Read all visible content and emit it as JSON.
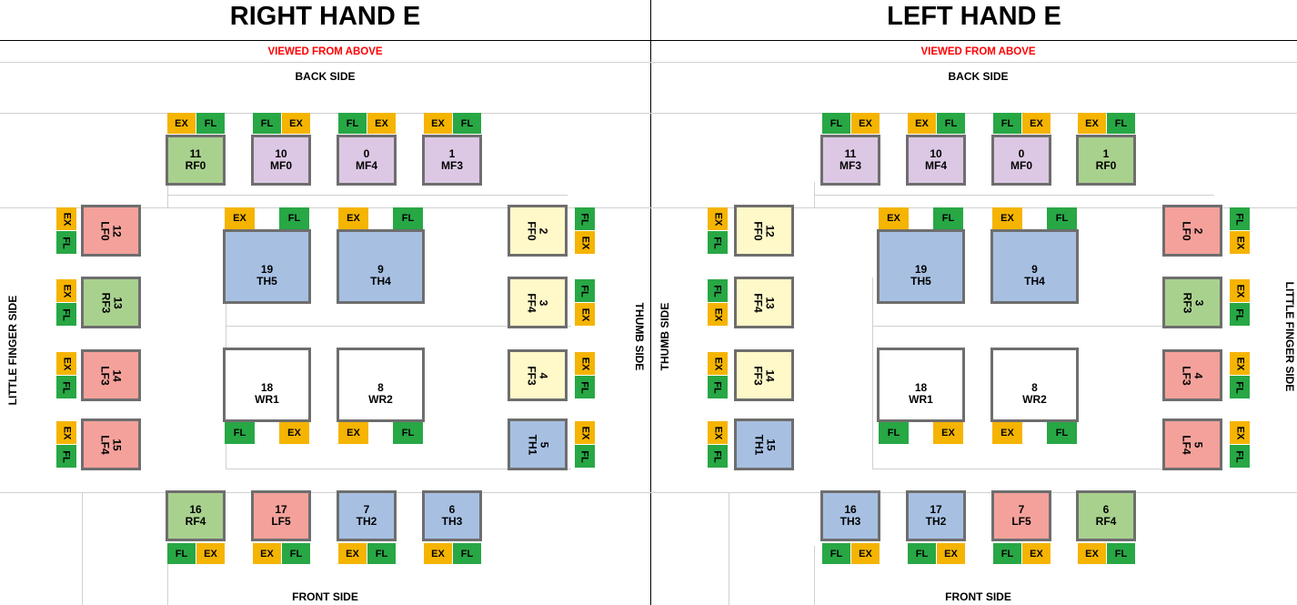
{
  "colors": {
    "green": "#a9d18e",
    "purple": "#dcc8e4",
    "red": "#f4a19b",
    "yellow": "#fff8c8",
    "blue": "#a7c0e2",
    "white": "#ffffff",
    "ex_tab": "#f5b400",
    "fl_tab": "#28a745",
    "viewed_text": "#ff0000"
  },
  "right": {
    "title": "RIGHT HAND E",
    "viewed": "VIEWED FROM ABOVE",
    "back": "BACK SIDE",
    "front": "FRONT SIDE",
    "left_side": "LITTLE FINGER SIDE",
    "right_side": "THUMB SIDE",
    "top_row": [
      {
        "num": "11",
        "name": "RF0",
        "color": "green",
        "tabs": [
          "EX",
          "FL"
        ]
      },
      {
        "num": "10",
        "name": "MF0",
        "color": "purple",
        "tabs": [
          "FL",
          "EX"
        ]
      },
      {
        "num": "0",
        "name": "MF4",
        "color": "purple",
        "tabs": [
          "FL",
          "EX"
        ]
      },
      {
        "num": "1",
        "name": "MF3",
        "color": "purple",
        "tabs": [
          "EX",
          "FL"
        ]
      }
    ],
    "left_col": [
      {
        "num": "12",
        "name": "LF0",
        "color": "red",
        "tabs": [
          "EX",
          "FL"
        ]
      },
      {
        "num": "13",
        "name": "RF3",
        "color": "green",
        "tabs": [
          "EX",
          "FL"
        ]
      },
      {
        "num": "14",
        "name": "LF3",
        "color": "red",
        "tabs": [
          "EX",
          "FL"
        ]
      },
      {
        "num": "15",
        "name": "LF4",
        "color": "red",
        "tabs": [
          "EX",
          "FL"
        ]
      }
    ],
    "right_col": [
      {
        "num": "2",
        "name": "FF0",
        "color": "yellow",
        "tabs": [
          "FL",
          "EX"
        ]
      },
      {
        "num": "3",
        "name": "FF4",
        "color": "yellow",
        "tabs": [
          "FL",
          "EX"
        ]
      },
      {
        "num": "4",
        "name": "FF3",
        "color": "yellow",
        "tabs": [
          "EX",
          "FL"
        ]
      },
      {
        "num": "5",
        "name": "TH1",
        "color": "blue",
        "tabs": [
          "EX",
          "FL"
        ]
      }
    ],
    "center_top": [
      {
        "num": "19",
        "name": "TH5",
        "color": "blue",
        "tabs": [
          "EX",
          "FL"
        ]
      },
      {
        "num": "9",
        "name": "TH4",
        "color": "blue",
        "tabs": [
          "EX",
          "FL"
        ]
      }
    ],
    "center_bottom": [
      {
        "num": "18",
        "name": "WR1",
        "color": "white",
        "tabs": [
          "FL",
          "EX"
        ]
      },
      {
        "num": "8",
        "name": "WR2",
        "color": "white",
        "tabs": [
          "EX",
          "FL"
        ]
      }
    ],
    "bottom_row": [
      {
        "num": "16",
        "name": "RF4",
        "color": "green",
        "tabs": [
          "FL",
          "EX"
        ]
      },
      {
        "num": "17",
        "name": "LF5",
        "color": "red",
        "tabs": [
          "EX",
          "FL"
        ]
      },
      {
        "num": "7",
        "name": "TH2",
        "color": "blue",
        "tabs": [
          "EX",
          "FL"
        ]
      },
      {
        "num": "6",
        "name": "TH3",
        "color": "blue",
        "tabs": [
          "EX",
          "FL"
        ]
      }
    ]
  },
  "left": {
    "title": "LEFT HAND E",
    "viewed": "VIEWED FROM ABOVE",
    "back": "BACK SIDE",
    "front": "FRONT SIDE",
    "left_side": "THUMB SIDE",
    "right_side": "LITTLE FINGER SIDE",
    "top_row": [
      {
        "num": "11",
        "name": "MF3",
        "color": "purple",
        "tabs": [
          "FL",
          "EX"
        ]
      },
      {
        "num": "10",
        "name": "MF4",
        "color": "purple",
        "tabs": [
          "EX",
          "FL"
        ]
      },
      {
        "num": "0",
        "name": "MF0",
        "color": "purple",
        "tabs": [
          "FL",
          "EX"
        ]
      },
      {
        "num": "1",
        "name": "RF0",
        "color": "green",
        "tabs": [
          "EX",
          "FL"
        ]
      }
    ],
    "left_col": [
      {
        "num": "12",
        "name": "FF0",
        "color": "yellow",
        "tabs": [
          "EX",
          "FL"
        ]
      },
      {
        "num": "13",
        "name": "FF4",
        "color": "yellow",
        "tabs": [
          "FL",
          "EX"
        ]
      },
      {
        "num": "14",
        "name": "FF3",
        "color": "yellow",
        "tabs": [
          "EX",
          "FL"
        ]
      },
      {
        "num": "15",
        "name": "TH1",
        "color": "blue",
        "tabs": [
          "EX",
          "FL"
        ]
      }
    ],
    "right_col": [
      {
        "num": "2",
        "name": "LF0",
        "color": "red",
        "tabs": [
          "FL",
          "EX"
        ]
      },
      {
        "num": "3",
        "name": "RF3",
        "color": "green",
        "tabs": [
          "EX",
          "FL"
        ]
      },
      {
        "num": "4",
        "name": "LF3",
        "color": "red",
        "tabs": [
          "EX",
          "FL"
        ]
      },
      {
        "num": "5",
        "name": "LF4",
        "color": "red",
        "tabs": [
          "EX",
          "FL"
        ]
      }
    ],
    "center_top": [
      {
        "num": "19",
        "name": "TH5",
        "color": "blue",
        "tabs": [
          "EX",
          "FL"
        ]
      },
      {
        "num": "9",
        "name": "TH4",
        "color": "blue",
        "tabs": [
          "EX",
          "FL"
        ]
      }
    ],
    "center_bottom": [
      {
        "num": "18",
        "name": "WR1",
        "color": "white",
        "tabs": [
          "FL",
          "EX"
        ]
      },
      {
        "num": "8",
        "name": "WR2",
        "color": "white",
        "tabs": [
          "EX",
          "FL"
        ]
      }
    ],
    "bottom_row": [
      {
        "num": "16",
        "name": "TH3",
        "color": "blue",
        "tabs": [
          "FL",
          "EX"
        ]
      },
      {
        "num": "17",
        "name": "TH2",
        "color": "blue",
        "tabs": [
          "FL",
          "EX"
        ]
      },
      {
        "num": "7",
        "name": "LF5",
        "color": "red",
        "tabs": [
          "FL",
          "EX"
        ]
      },
      {
        "num": "6",
        "name": "RF4",
        "color": "green",
        "tabs": [
          "EX",
          "FL"
        ]
      }
    ]
  }
}
